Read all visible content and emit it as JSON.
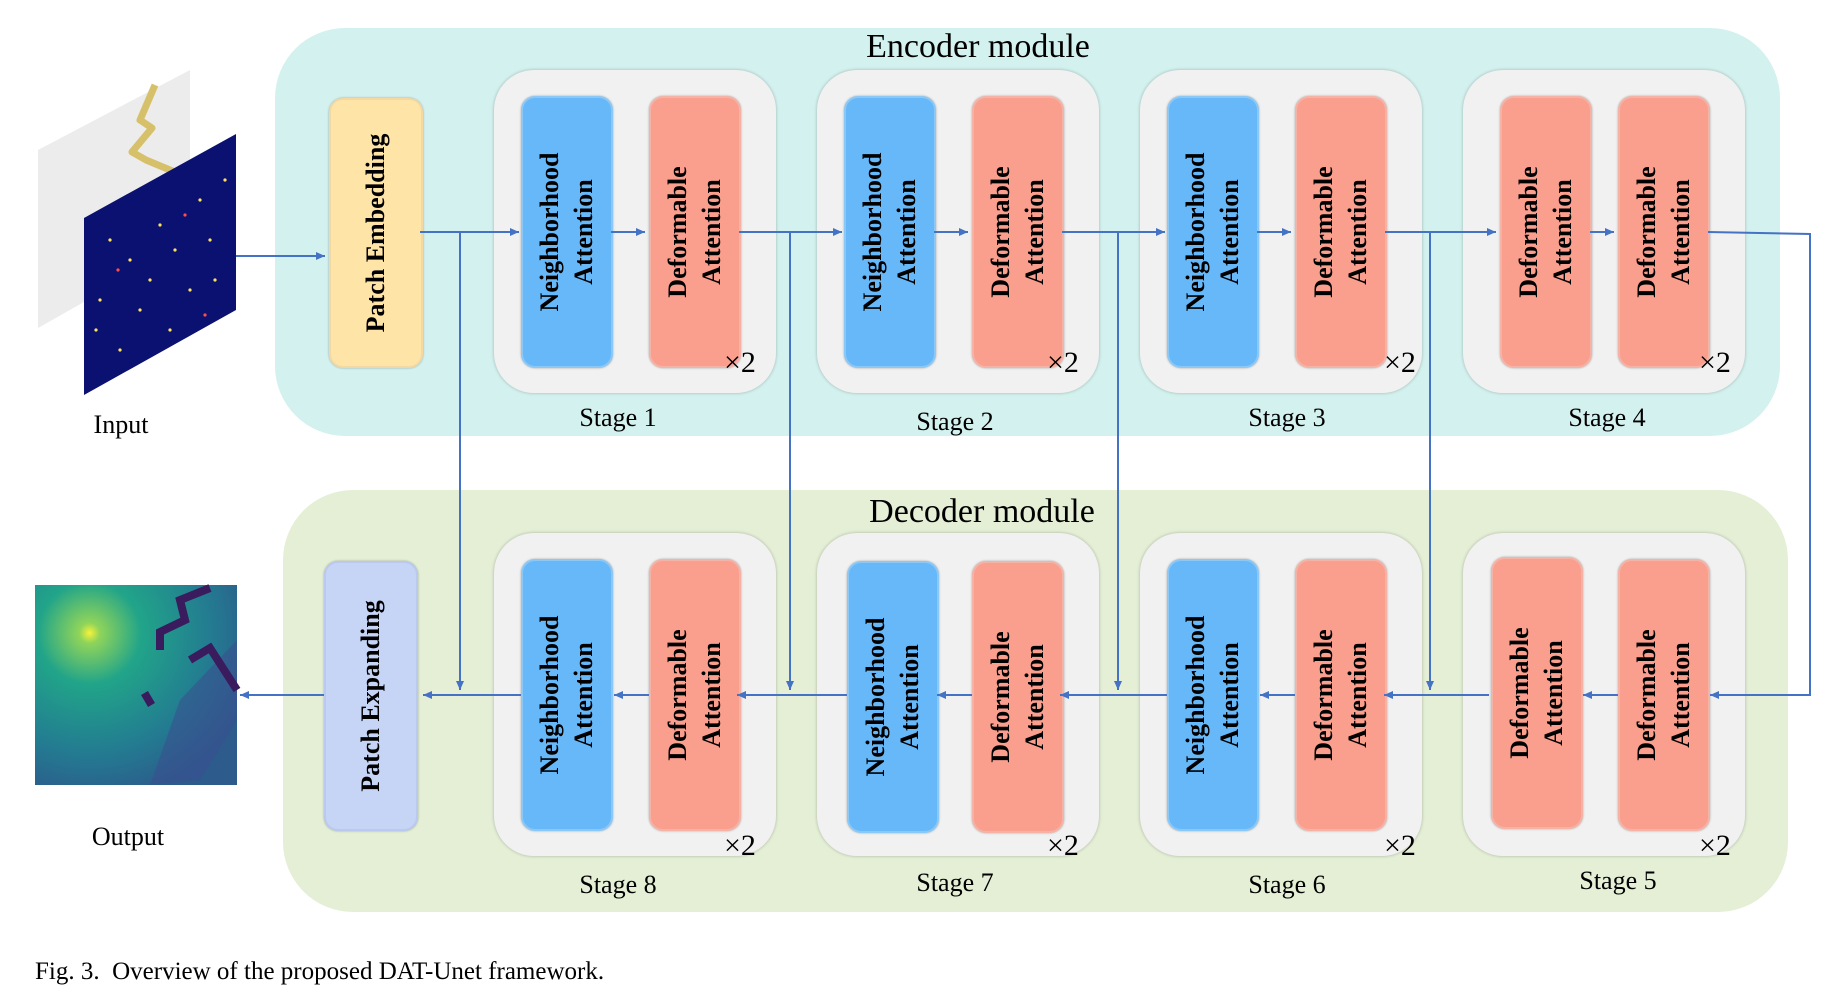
{
  "encoder": {
    "title": "Encoder module",
    "patch_embedding": "Patch Embedding",
    "stages": [
      {
        "label": "Stage 1",
        "repeat": "×2",
        "blocks": [
          [
            "Neighborhood",
            "Attention"
          ],
          [
            "Deformable",
            "Attention"
          ]
        ]
      },
      {
        "label": "Stage 2",
        "repeat": "×2",
        "blocks": [
          [
            "Neighborhood",
            "Attention"
          ],
          [
            "Deformable",
            "Attention"
          ]
        ]
      },
      {
        "label": "Stage 3",
        "repeat": "×2",
        "blocks": [
          [
            "Neighborhood",
            "Attention"
          ],
          [
            "Deformable",
            "Attention"
          ]
        ]
      },
      {
        "label": "Stage 4",
        "repeat": "×2",
        "blocks": [
          [
            "Deformable",
            "Attention"
          ],
          [
            "Deformable",
            "Attention"
          ]
        ]
      }
    ]
  },
  "decoder": {
    "title": "Decoder module",
    "patch_expanding": "Patch Expanding",
    "stages": [
      {
        "label": "Stage 8",
        "repeat": "×2",
        "blocks": [
          [
            "Neighborhood",
            "Attention"
          ],
          [
            "Deformable",
            "Attention"
          ]
        ]
      },
      {
        "label": "Stage 7",
        "repeat": "×2",
        "blocks": [
          [
            "Neighborhood",
            "Attention"
          ],
          [
            "Deformable",
            "Attention"
          ]
        ]
      },
      {
        "label": "Stage 6",
        "repeat": "×2",
        "blocks": [
          [
            "Neighborhood",
            "Attention"
          ],
          [
            "Deformable",
            "Attention"
          ]
        ]
      },
      {
        "label": "Stage 5",
        "repeat": "×2",
        "blocks": [
          [
            "Deformable",
            "Attention"
          ],
          [
            "Deformable",
            "Attention"
          ]
        ]
      }
    ]
  },
  "input_label": "Input",
  "output_label": "Output",
  "caption": "Fig. 3.  Overview of the proposed DAT-Unet framework."
}
